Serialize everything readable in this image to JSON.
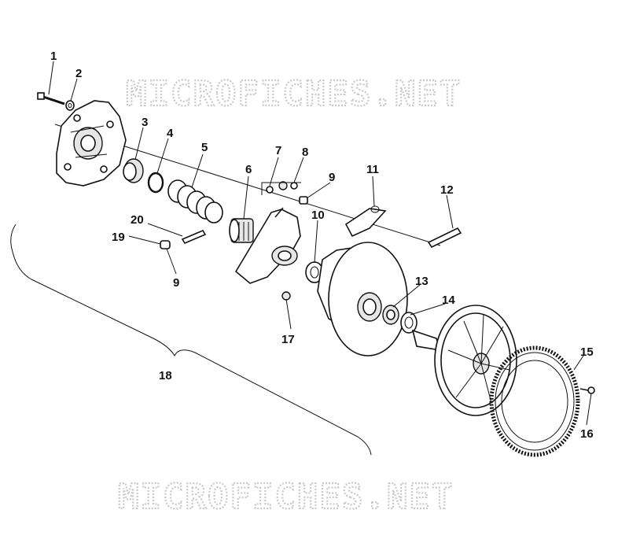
{
  "watermark": {
    "top": "MICROFICHES.NET",
    "bottom": "MICROFICHES.NET"
  },
  "callouts": {
    "c1": "1",
    "c2": "2",
    "c3": "3",
    "c4": "4",
    "c5": "5",
    "c6": "6",
    "c7": "7",
    "c8": "8",
    "c9a": "9",
    "c9b": "9",
    "c10": "10",
    "c11": "11",
    "c12": "12",
    "c13": "13",
    "c14": "14",
    "c15": "15",
    "c16": "16",
    "c17": "17",
    "c18": "18",
    "c19": "19",
    "c20": "20"
  }
}
